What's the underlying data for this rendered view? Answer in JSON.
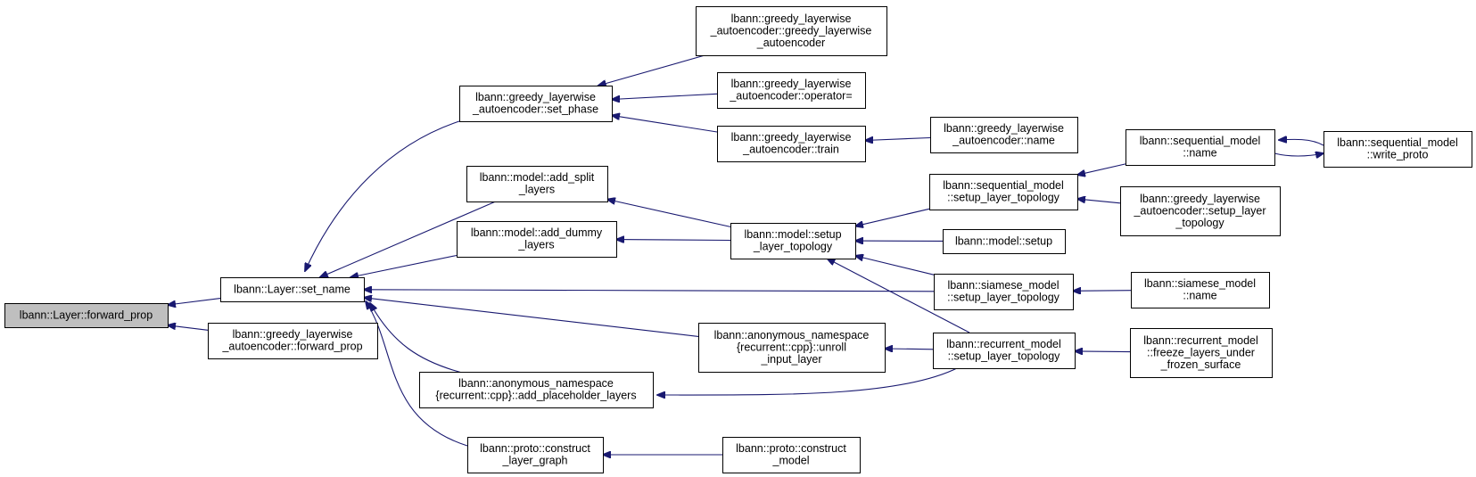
{
  "colors": {
    "edge": "#191970",
    "root_fill": "#bfbfbf",
    "node_fill": "#ffffff",
    "border": "#000000"
  },
  "nodes": [
    {
      "id": "forward_prop",
      "lines": [
        "lbann::Layer::forward_prop"
      ],
      "root": true
    },
    {
      "id": "set_name",
      "lines": [
        "lbann::Layer::set_name"
      ]
    },
    {
      "id": "gla_forward_prop",
      "lines": [
        "lbann::greedy_layerwise",
        "_autoencoder::forward_prop"
      ]
    },
    {
      "id": "gla_set_phase",
      "lines": [
        "lbann::greedy_layerwise",
        "_autoencoder::set_phase"
      ]
    },
    {
      "id": "add_split_layers",
      "lines": [
        "lbann::model::add_split",
        "_layers"
      ]
    },
    {
      "id": "add_dummy_layers",
      "lines": [
        "lbann::model::add_dummy",
        "_layers"
      ]
    },
    {
      "id": "add_placeholder_layers",
      "lines": [
        "lbann::anonymous_namespace",
        "{recurrent::cpp}::add_placeholder_layers"
      ]
    },
    {
      "id": "construct_layer_graph",
      "lines": [
        "lbann::proto::construct",
        "_layer_graph"
      ]
    },
    {
      "id": "gla_ctor",
      "lines": [
        "lbann::greedy_layerwise",
        "_autoencoder::greedy_layerwise",
        "_autoencoder"
      ]
    },
    {
      "id": "gla_operator",
      "lines": [
        "lbann::greedy_layerwise",
        "_autoencoder::operator="
      ]
    },
    {
      "id": "gla_train",
      "lines": [
        "lbann::greedy_layerwise",
        "_autoencoder::train"
      ]
    },
    {
      "id": "gla_name",
      "lines": [
        "lbann::greedy_layerwise",
        "_autoencoder::name"
      ]
    },
    {
      "id": "model_setup_layer_topology",
      "lines": [
        "lbann::model::setup",
        "_layer_topology"
      ]
    },
    {
      "id": "unroll_input_layer",
      "lines": [
        "lbann::anonymous_namespace",
        "{recurrent::cpp}::unroll",
        "_input_layer"
      ]
    },
    {
      "id": "construct_model",
      "lines": [
        "lbann::proto::construct",
        "_model"
      ]
    },
    {
      "id": "seq_setup_layer_topology",
      "lines": [
        "lbann::sequential_model",
        "::setup_layer_topology"
      ]
    },
    {
      "id": "model_setup",
      "lines": [
        "lbann::model::setup"
      ]
    },
    {
      "id": "siamese_setup_layer_topology",
      "lines": [
        "lbann::siamese_model",
        "::setup_layer_topology"
      ]
    },
    {
      "id": "recurrent_setup_layer_topology",
      "lines": [
        "lbann::recurrent_model",
        "::setup_layer_topology"
      ]
    },
    {
      "id": "seq_name",
      "lines": [
        "lbann::sequential_model",
        "::name"
      ]
    },
    {
      "id": "gla_setup_layer_topology",
      "lines": [
        "lbann::greedy_layerwise",
        "_autoencoder::setup_layer",
        "_topology"
      ]
    },
    {
      "id": "siamese_name",
      "lines": [
        "lbann::siamese_model",
        "::name"
      ]
    },
    {
      "id": "recurrent_freeze",
      "lines": [
        "lbann::recurrent_model",
        "::freeze_layers_under",
        "_frozen_surface"
      ]
    },
    {
      "id": "write_proto",
      "lines": [
        "lbann::sequential_model",
        "::write_proto"
      ]
    }
  ],
  "edges": [
    {
      "from": "set_name",
      "to": "forward_prop"
    },
    {
      "from": "gla_forward_prop",
      "to": "forward_prop"
    },
    {
      "from": "gla_set_phase",
      "to": "set_name"
    },
    {
      "from": "add_split_layers",
      "to": "set_name"
    },
    {
      "from": "add_dummy_layers",
      "to": "set_name"
    },
    {
      "from": "add_placeholder_layers",
      "to": "set_name"
    },
    {
      "from": "construct_layer_graph",
      "to": "set_name"
    },
    {
      "from": "siamese_setup_layer_topology",
      "to": "set_name"
    },
    {
      "from": "unroll_input_layer",
      "to": "set_name"
    },
    {
      "from": "gla_ctor",
      "to": "gla_set_phase"
    },
    {
      "from": "gla_operator",
      "to": "gla_set_phase"
    },
    {
      "from": "gla_train",
      "to": "gla_set_phase"
    },
    {
      "from": "gla_name",
      "to": "gla_train"
    },
    {
      "from": "model_setup_layer_topology",
      "to": "add_split_layers"
    },
    {
      "from": "model_setup_layer_topology",
      "to": "add_dummy_layers"
    },
    {
      "from": "seq_setup_layer_topology",
      "to": "model_setup_layer_topology"
    },
    {
      "from": "model_setup",
      "to": "model_setup_layer_topology"
    },
    {
      "from": "siamese_setup_layer_topology",
      "to": "model_setup_layer_topology"
    },
    {
      "from": "recurrent_setup_layer_topology",
      "to": "model_setup_layer_topology"
    },
    {
      "from": "seq_name",
      "to": "seq_setup_layer_topology"
    },
    {
      "from": "gla_setup_layer_topology",
      "to": "seq_setup_layer_topology"
    },
    {
      "from": "write_proto",
      "to": "seq_name"
    },
    {
      "from": "seq_name",
      "to": "write_proto"
    },
    {
      "from": "siamese_name",
      "to": "siamese_setup_layer_topology"
    },
    {
      "from": "recurrent_setup_layer_topology",
      "to": "unroll_input_layer"
    },
    {
      "from": "recurrent_setup_layer_topology",
      "to": "add_placeholder_layers"
    },
    {
      "from": "recurrent_freeze",
      "to": "recurrent_setup_layer_topology"
    },
    {
      "from": "construct_model",
      "to": "construct_layer_graph"
    }
  ]
}
